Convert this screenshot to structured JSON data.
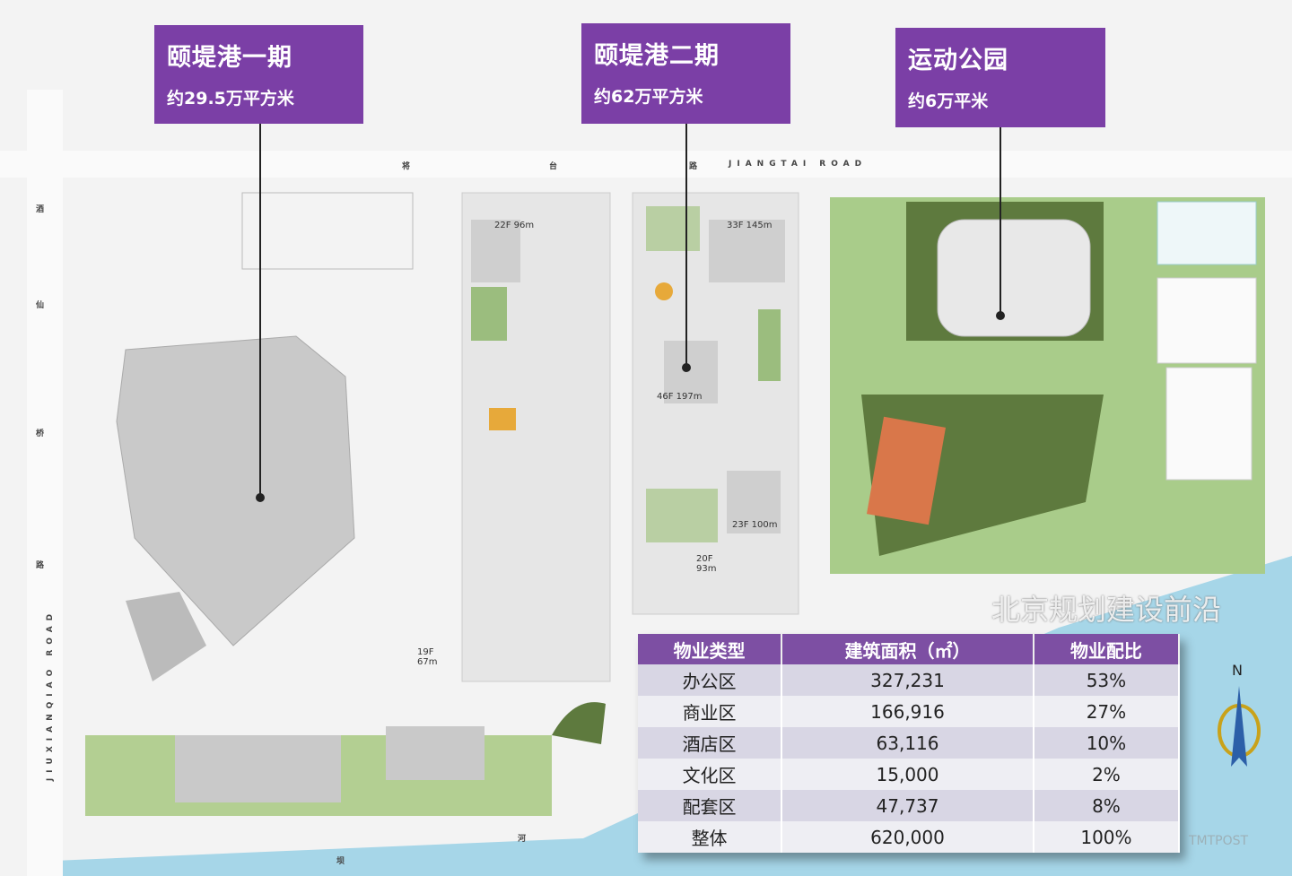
{
  "callouts": [
    {
      "title": "颐堤港一期",
      "subtitle": "约29.5万平方米"
    },
    {
      "title": "颐堤港二期",
      "subtitle": "约62万平方米"
    },
    {
      "title": "运动公园",
      "subtitle": "约6万平米"
    }
  ],
  "roads": {
    "north_cn": [
      "将",
      "台",
      "路"
    ],
    "north_en": "JIANGTAI ROAD",
    "west_cn": [
      "酒",
      "仙",
      "桥",
      "路"
    ],
    "west_en": "JIUXIANQIAO ROAD",
    "river_cn": [
      "河",
      "坝"
    ]
  },
  "buildings": [
    "22F 96m",
    "33F 145m",
    "46F 197m",
    "23F 100m",
    "20F 93m",
    "19F 67m"
  ],
  "table": {
    "headers": [
      "物业类型",
      "建筑面积（㎡）",
      "物业配比"
    ],
    "rows": [
      [
        "办公区",
        "327,231",
        "53%"
      ],
      [
        "商业区",
        "166,916",
        "27%"
      ],
      [
        "酒店区",
        "63,116",
        "10%"
      ],
      [
        "文化区",
        "15,000",
        "2%"
      ],
      [
        "配套区",
        "47,737",
        "8%"
      ],
      [
        "整体",
        "620,000",
        "100%"
      ]
    ]
  },
  "compass": "N",
  "watermark": "北京规划建设前沿",
  "watermark2": "TMTPOST",
  "colors": {
    "callout": "#7b3fa6",
    "park": "#5e7a3e",
    "river": "#9fd3e6",
    "tennis": "#d9774a"
  }
}
